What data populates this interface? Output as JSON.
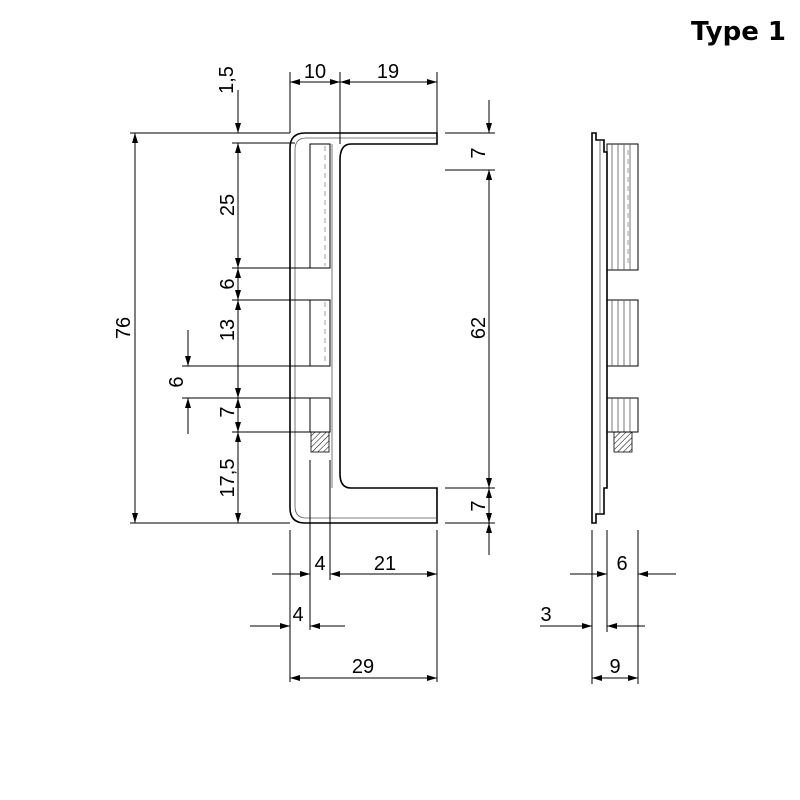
{
  "title": "Type 1",
  "front_view": {
    "top_dimensions": [
      "1,5",
      "10",
      "19"
    ],
    "left_dimensions": [
      "25",
      "6",
      "13",
      "6",
      "7",
      "17,5"
    ],
    "overall_height": "76",
    "inner_height": "62",
    "right_dimensions": [
      "7",
      "7"
    ],
    "bottom_dimensions": [
      "4",
      "21",
      "4",
      "29"
    ]
  },
  "side_view": {
    "bottom_dimensions": [
      "6",
      "3",
      "9"
    ]
  }
}
